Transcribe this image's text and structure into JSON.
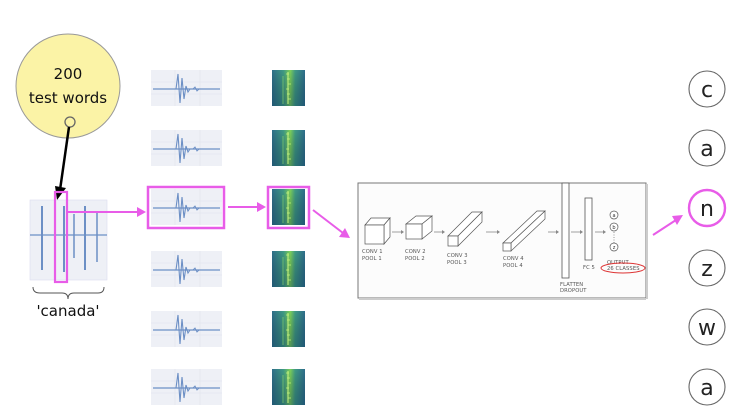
{
  "callout": {
    "line1": "200",
    "line2": "test words"
  },
  "word_label": "'canada'",
  "network": {
    "layers": [
      {
        "line1": "CONV 1",
        "line2": "POOL 1"
      },
      {
        "line1": "CONV 2",
        "line2": "POOL 2"
      },
      {
        "line1": "CONV 3",
        "line2": "POOL 3"
      },
      {
        "line1": "CONV 4",
        "line2": "POOL 4"
      }
    ],
    "flatten": {
      "line1": "FLATTEN",
      "line2": "DROPOUT"
    },
    "fc": "FC 5",
    "output": {
      "line1": "OUTPUT",
      "line2": "26 CLASSES"
    },
    "output_nodes": [
      "a",
      "b",
      "z"
    ]
  },
  "letters": [
    "c",
    "a",
    "n",
    "z",
    "w",
    "a"
  ],
  "colors": {
    "highlight": "#e85ce8",
    "callout_fill": "#fbf3a6",
    "output_ring": "#d33"
  }
}
